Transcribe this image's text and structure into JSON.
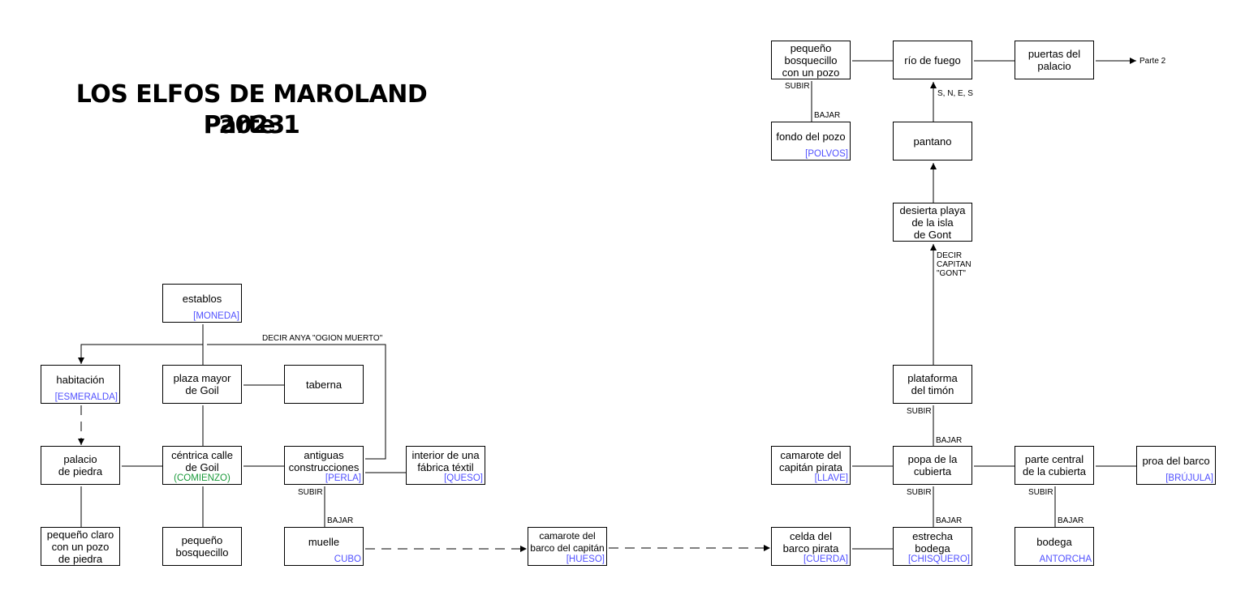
{
  "title": {
    "line1": "LOS ELFOS DE MAROLAND 2023",
    "line2": "Parte 1"
  },
  "rooms": {
    "establos": {
      "label": "establos",
      "item": "[MONEDA]"
    },
    "habitacion": {
      "label": "habitación",
      "item": "[ESMERALDA]"
    },
    "plaza": {
      "label": "plaza mayor\nde Goil"
    },
    "taberna": {
      "label": "taberna"
    },
    "palacio_piedra": {
      "label": "palacio\nde piedra"
    },
    "centrica": {
      "label": "céntrica calle\nde Goil",
      "item": "(COMIENZO)"
    },
    "antiguas": {
      "label": "antiguas\nconstrucciones",
      "item": "[PERLA]"
    },
    "fabrica": {
      "label": "interior de una\nfábrica téxtil",
      "item": "[QUESO]"
    },
    "claro": {
      "label": "pequeño claro\ncon un pozo\nde piedra"
    },
    "bosquecillo1": {
      "label": "pequeño\nbosquecillo"
    },
    "muelle": {
      "label": "muelle",
      "item": "CUBO"
    },
    "camarote_barco": {
      "label": "camarote del\nbarco del capitán",
      "item": "[HUESO]"
    },
    "celda": {
      "label": "celda del\nbarco pirata",
      "item": "[CUERDA]"
    },
    "estrecha": {
      "label": "estrecha\nbodega",
      "item": "[CHISQUERO]"
    },
    "bodega": {
      "label": "bodega",
      "item": "ANTORCHA"
    },
    "camarote_pirata": {
      "label": "camarote del\ncapitán pirata",
      "item": "[LLAVE]"
    },
    "popa": {
      "label": "popa de la\ncubierta"
    },
    "central": {
      "label": "parte central\nde la cubierta"
    },
    "proa": {
      "label": "proa del barco",
      "item": "[BRÚJULA]"
    },
    "plataforma": {
      "label": "plataforma\ndel timón"
    },
    "playa": {
      "label": "desierta playa\nde la isla\nde Gont"
    },
    "pantano": {
      "label": "pantano"
    },
    "rio": {
      "label": "río de fuego"
    },
    "bosquecillo2": {
      "label": "pequeño\nbosquecillo\ncon un pozo"
    },
    "fondo": {
      "label": "fondo del pozo",
      "item": "[POLVOS]"
    },
    "puertas": {
      "label": "puertas del\npalacio"
    }
  },
  "edge_labels": {
    "decir_anya": "DECIR ANYA \"OGION MUERTO\"",
    "subir_antiguas": "SUBIR",
    "bajar_muelle": "BAJAR",
    "subir_plataforma": "SUBIR",
    "bajar_popa": "BAJAR",
    "subir_popa": "SUBIR",
    "bajar_estrecha": "BAJAR",
    "subir_central": "SUBIR",
    "bajar_bodega": "BAJAR",
    "decir_capitan": "DECIR\nCAPITAN\n\"GONT\"",
    "snes": "S, N, E, S",
    "subir_bosquecillo": "SUBIR",
    "bajar_fondo": "BAJAR",
    "parte2": "Parte 2"
  },
  "colors": {
    "item": "#5050ff",
    "start": "#1a9a3a",
    "line": "#000000"
  }
}
